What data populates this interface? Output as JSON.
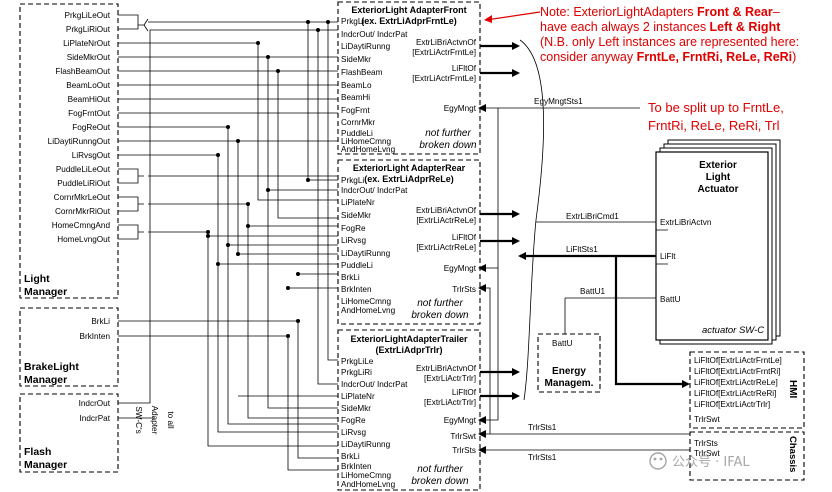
{
  "note": {
    "line1_pre": "Note: ExteriorLightAdapters ",
    "line1_bold": "Front & Rear",
    "line1_post": "–",
    "line2_pre": "have each always 2 instances ",
    "line2_bold": "Left & Right",
    "line3": "(N.B. only Left instances are represented here:",
    "line4_pre": "consider anyway ",
    "line4_bold": "FrntLe, FrntRi, ReLe, ReRi",
    "line4_post": ")"
  },
  "split_note": {
    "line1": "To be split up to FrntLe,",
    "line2": "FrntRi, ReLe, ReRi, Trl"
  },
  "adapter_label": {
    "line1": "to all",
    "line2": "Adapter",
    "line3": "SW-C's"
  },
  "light_manager": {
    "title1": "Light",
    "title2": "Manager",
    "ports": [
      "PrkgLiLeOut",
      "PrkgLiRiOut",
      "LiPlateNrOut",
      "SideMkrOut",
      "FlashBeamOut",
      "BeamLoOut",
      "BeamHiOut",
      "FogFrntOut",
      "FogReOut",
      "LiDaytiRunngOut",
      "LiRvsgOut",
      "PuddleLiLeOut",
      "PuddleLiRiOut",
      "CornrMkrLeOut",
      "CornrMkrRiOut",
      "HomeCmngAnd",
      "HomeLvngOut"
    ]
  },
  "brake_manager": {
    "title1": "BrakeLight",
    "title2": "Manager",
    "ports": [
      "BrkLi",
      "BrkInten"
    ]
  },
  "flash_manager": {
    "title1": "Flash",
    "title2": "Manager",
    "ports": [
      "IndcrOut",
      "IndcrPat"
    ]
  },
  "adapter_front": {
    "title1": "ExteriorLight AdapterFront",
    "title2": "(ex. ExtrLiAdprFrntLe)",
    "inputs": [
      "PrkgLi",
      "IndcrOut/ IndcrPat",
      "LiDaytiRunng",
      "SideMkr",
      "FlashBeam",
      "BeamLo",
      "BeamHi",
      "FogFrnt",
      "CornrMkr",
      "PuddleLi",
      "LiHomeCmng",
      "AndHomeLvng"
    ],
    "outputs": [
      "ExtrLiBriActvnOf",
      "[ExtrLiActrFrntLe]",
      "LiFltOf",
      "[ExtrLiActrFrntLe]",
      "EgyMngt"
    ],
    "not_further": "not further",
    "broken_down": "broken down"
  },
  "adapter_rear": {
    "title1": "ExteriorLight AdapterRear",
    "title2": "(ex. ExtrLiAdprReLe)",
    "inputs": [
      "PrkgLi",
      "IndcrOut/ IndcrPat",
      "LiPlateNr",
      "SideMkr",
      "FogRe",
      "LiRvsg",
      "LiDaytiRunng",
      "PuddleLi",
      "BrkLi",
      "BrkInten",
      "LiHomeCmng",
      "AndHomeLvng"
    ],
    "outputs": [
      "ExtrLiBriActvnOf",
      "[ExtrLiActrReLe]",
      "LiFltOf",
      "[ExtrLiActrReLe]",
      "EgyMngt",
      "TrlrSts"
    ],
    "not_further": "not further",
    "broken_down": "broken down"
  },
  "adapter_trailer": {
    "title1": "ExteriorLightAdapterTrailer",
    "title2": "(ExtrLiAdprTrlr)",
    "inputs": [
      "PrkgLiLe",
      "PrkgLiRi",
      "IndcrOut/ IndcrPat",
      "LiPlateNr",
      "SideMkr",
      "FogRe",
      "LiRvsg",
      "LiDaytiRunng",
      "BrkLi",
      "BrkInten",
      "LiHomeCmng",
      "AndHomeLvng"
    ],
    "outputs": [
      "ExtrLiBriActvnOf",
      "[ExtrLiActrTrlr]",
      "LiFltOf",
      "[ExtrLiActrTrlr]",
      "EgyMngt",
      "TrlrSwt",
      "TrlrSts"
    ],
    "not_further": "not further",
    "broken_down": "broken down"
  },
  "signals": {
    "egy_mngt_sts": "EgyMngtSts1",
    "extr_cmd": "ExtrLiBriCmd1",
    "li_flt_sts": "LiFltSts1",
    "batt_u1": "BattU1",
    "trlr_sts_1": "TrlrSts1",
    "trlr_sts_2": "TrlrSts1"
  },
  "actuator": {
    "title1": "Exterior",
    "title2": "Light",
    "title3": "Actuator",
    "ports": [
      "ExtrLiBriActvn",
      "LiFlt",
      "BattU"
    ],
    "footer": "actuator SW-C"
  },
  "energy": {
    "port": "BattU",
    "title1": "Energy",
    "title2": "Managem."
  },
  "hmi": {
    "title": "HMI",
    "items": [
      "LiFltOf[ExtrLiActrFrntLe]",
      "LiFltOf[ExtrLiActrFrntRi]",
      "LiFltOf[ExtrLiActrReLe]",
      "LiFltOf[ExtrLiActrReRi]",
      "LiFltOf[ExtrLiActrTrlr]"
    ],
    "port": "TrlrSwt"
  },
  "chassis": {
    "title": "Chassis",
    "port1": "TrlrSts",
    "port2": "TrlrSwt"
  },
  "watermark": "公众号 · IFAL"
}
